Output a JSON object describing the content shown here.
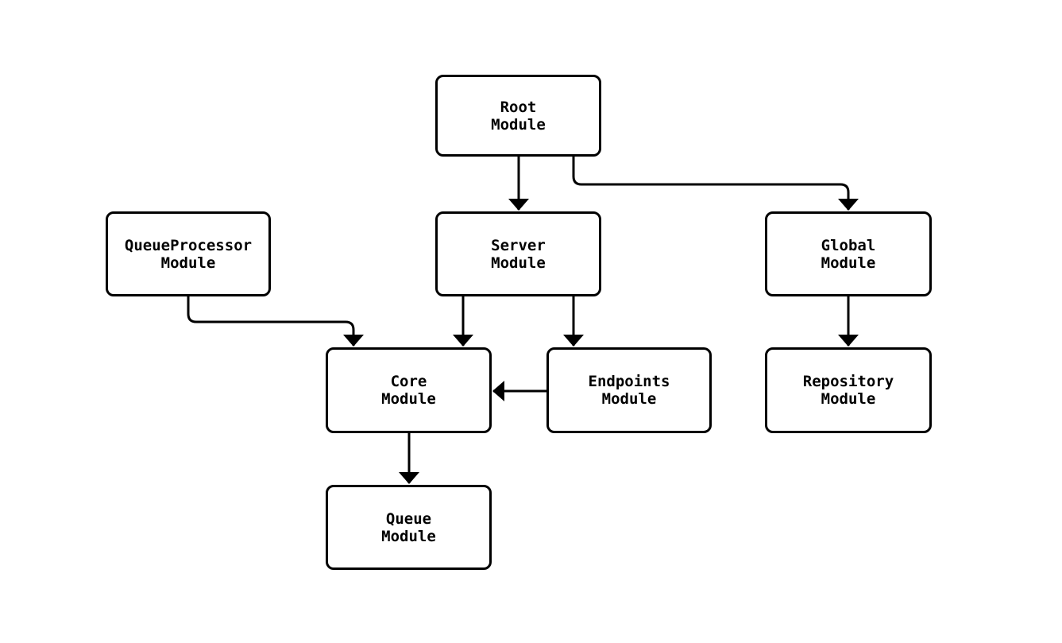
{
  "diagram": {
    "type": "flowchart",
    "direction": "top-down",
    "nodes": [
      {
        "id": "root",
        "label": "Root\nModule"
      },
      {
        "id": "queueprocessor",
        "label": "QueueProcessor\nModule"
      },
      {
        "id": "server",
        "label": "Server\nModule"
      },
      {
        "id": "global",
        "label": "Global\nModule"
      },
      {
        "id": "core",
        "label": "Core\nModule"
      },
      {
        "id": "endpoints",
        "label": "Endpoints\nModule"
      },
      {
        "id": "repository",
        "label": "Repository\nModule"
      },
      {
        "id": "queue",
        "label": "Queue\nModule"
      }
    ],
    "edges": [
      {
        "from": "root",
        "to": "server"
      },
      {
        "from": "root",
        "to": "global"
      },
      {
        "from": "queueprocessor",
        "to": "core"
      },
      {
        "from": "server",
        "to": "core"
      },
      {
        "from": "server",
        "to": "endpoints"
      },
      {
        "from": "endpoints",
        "to": "core"
      },
      {
        "from": "global",
        "to": "repository"
      },
      {
        "from": "core",
        "to": "queue"
      }
    ],
    "colors": {
      "background": "#ffffff",
      "node_fill": "#ffffff",
      "node_stroke": "#000000",
      "edge_stroke": "#000000",
      "text": "#000000"
    }
  }
}
